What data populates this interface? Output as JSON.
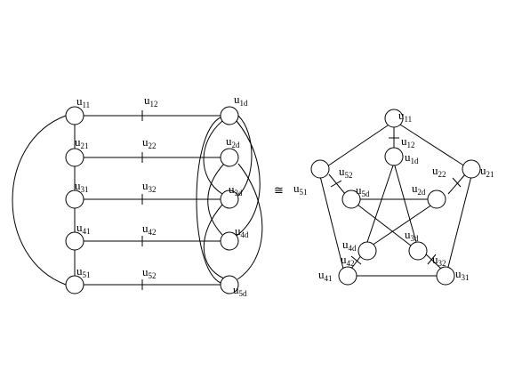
{
  "left_graph": {
    "nodes": [
      {
        "id": "u11",
        "base": "u",
        "sub": "11"
      },
      {
        "id": "u21",
        "base": "u",
        "sub": "21"
      },
      {
        "id": "u31",
        "base": "u",
        "sub": "31"
      },
      {
        "id": "u41",
        "base": "u",
        "sub": "41"
      },
      {
        "id": "u51",
        "base": "u",
        "sub": "51"
      },
      {
        "id": "u1d",
        "base": "u",
        "sub": "1d"
      },
      {
        "id": "u2d",
        "base": "u",
        "sub": "2d"
      },
      {
        "id": "u3d",
        "base": "u",
        "sub": "3d"
      },
      {
        "id": "u4d",
        "base": "u",
        "sub": "4d"
      },
      {
        "id": "u5d",
        "base": "u",
        "sub": "5d"
      }
    ],
    "subdivision_labels": [
      {
        "id": "u12",
        "base": "u",
        "sub": "12"
      },
      {
        "id": "u22",
        "base": "u",
        "sub": "22"
      },
      {
        "id": "u32",
        "base": "u",
        "sub": "32"
      },
      {
        "id": "u42",
        "base": "u",
        "sub": "42"
      },
      {
        "id": "u52",
        "base": "u",
        "sub": "52"
      }
    ]
  },
  "isomorphism_symbol": "≅",
  "right_graph": {
    "nodes": [
      {
        "id": "u11",
        "base": "u",
        "sub": "11"
      },
      {
        "id": "u21",
        "base": "u",
        "sub": "21"
      },
      {
        "id": "u31",
        "base": "u",
        "sub": "31"
      },
      {
        "id": "u41",
        "base": "u",
        "sub": "41"
      },
      {
        "id": "u51",
        "base": "u",
        "sub": "51"
      },
      {
        "id": "u1d",
        "base": "u",
        "sub": "1d"
      },
      {
        "id": "u2d",
        "base": "u",
        "sub": "2d"
      },
      {
        "id": "u3d",
        "base": "u",
        "sub": "3d"
      },
      {
        "id": "u4d",
        "base": "u",
        "sub": "4d"
      },
      {
        "id": "u5d",
        "base": "u",
        "sub": "5d"
      }
    ],
    "subdivision_labels": [
      {
        "id": "u12",
        "base": "u",
        "sub": "12"
      },
      {
        "id": "u22",
        "base": "u",
        "sub": "22"
      },
      {
        "id": "u32",
        "base": "u",
        "sub": "32"
      },
      {
        "id": "u42",
        "base": "u",
        "sub": "42"
      },
      {
        "id": "u52",
        "base": "u",
        "sub": "52"
      }
    ]
  }
}
